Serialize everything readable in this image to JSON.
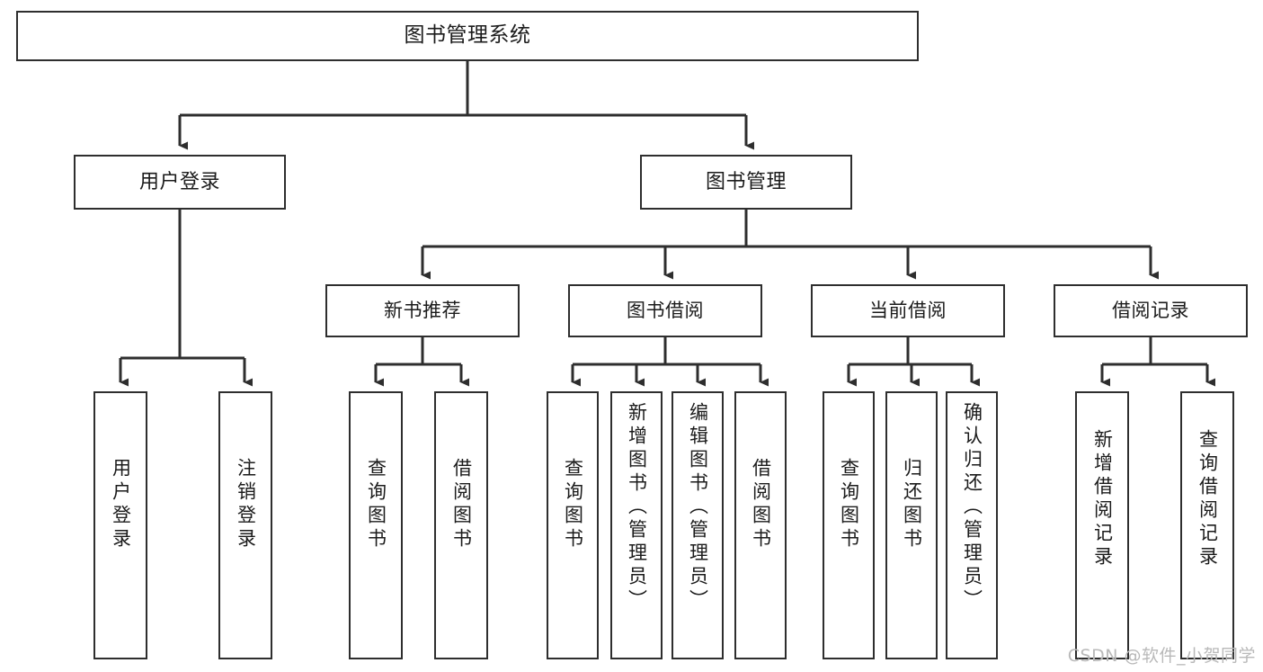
{
  "diagram": {
    "title": "图书管理系统",
    "type": "tree-hierarchy",
    "root": {
      "label": "图书管理系统"
    },
    "level2": [
      {
        "label": "用户登录"
      },
      {
        "label": "图书管理"
      }
    ],
    "level3": [
      {
        "label": "新书推荐"
      },
      {
        "label": "图书借阅"
      },
      {
        "label": "当前借阅"
      },
      {
        "label": "借阅记录"
      }
    ],
    "leaves": [
      {
        "label": "用户登录"
      },
      {
        "label": "注销登录"
      },
      {
        "label": "查询图书"
      },
      {
        "label": "借阅图书"
      },
      {
        "label": "查询图书"
      },
      {
        "label": "新增图书（管理员）"
      },
      {
        "label": "编辑图书（管理员）"
      },
      {
        "label": "借阅图书"
      },
      {
        "label": "查询图书"
      },
      {
        "label": "归还图书"
      },
      {
        "label": "确认归还（管理员）"
      },
      {
        "label": "新增借阅记录"
      },
      {
        "label": "查询借阅记录"
      }
    ]
  },
  "watermark": {
    "text": "CSDN @软件_小贺同学"
  },
  "colors": {
    "stroke": "#2e2e2e",
    "fill": "#ffffff",
    "text": "#1b1b1b",
    "watermark": "#b9b9b9"
  }
}
